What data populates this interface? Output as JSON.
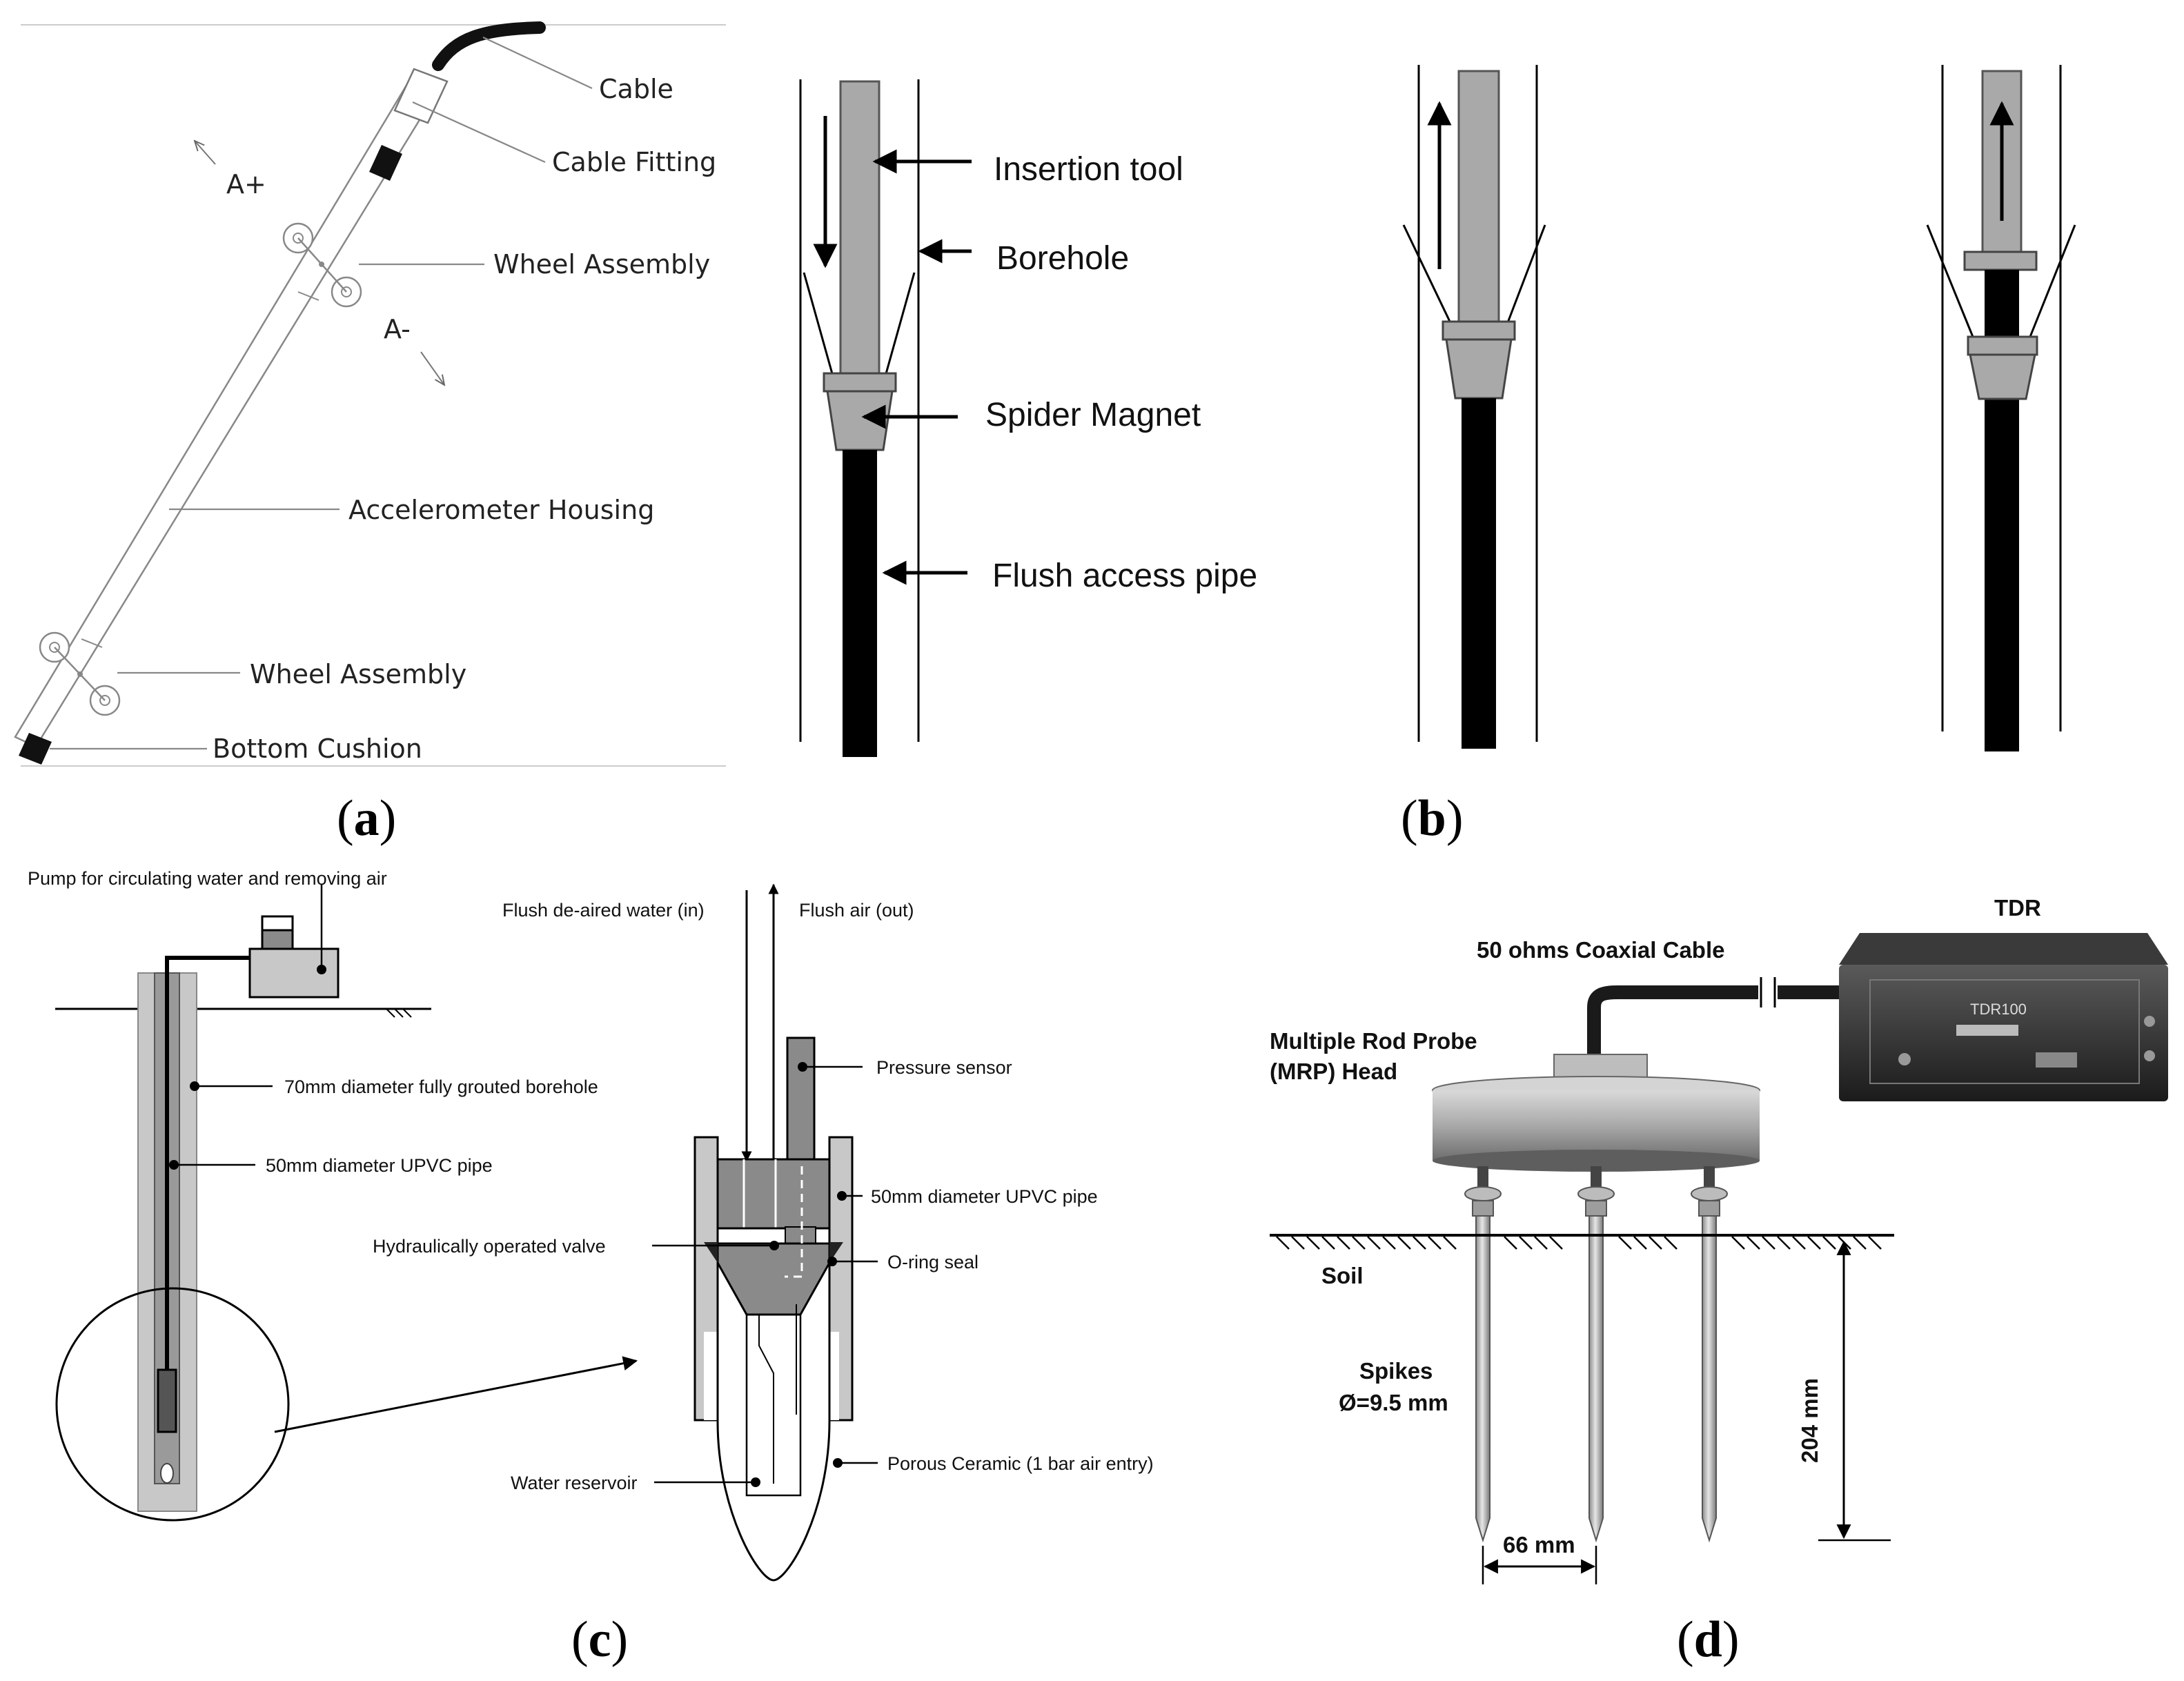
{
  "panel_a": {
    "caption": "a",
    "labels": {
      "cable": "Cable",
      "cable_fitting": "Cable Fitting",
      "wheel_assembly_top": "Wheel Assembly",
      "accelerometer_housing": "Accelerometer Housing",
      "wheel_assembly_bottom": "Wheel Assembly",
      "bottom_cushion": "Bottom Cushion",
      "a_plus": "A+",
      "a_minus": "A-"
    }
  },
  "panel_b": {
    "caption": "b",
    "labels": {
      "insertion_tool": "Insertion tool",
      "borehole": "Borehole",
      "spider_magnet": "Spider Magnet",
      "flush_access_pipe": "Flush access pipe"
    }
  },
  "panel_c": {
    "caption": "c",
    "labels": {
      "pump": "Pump for circulating water and removing air",
      "grouted_borehole": "70mm diameter fully grouted borehole",
      "upvc_pipe_left": "50mm diameter UPVC pipe",
      "flush_water_in": "Flush de-aired water (in)",
      "flush_air_out": "Flush air (out)",
      "pressure_sensor": "Pressure sensor",
      "upvc_pipe_right": "50mm diameter UPVC pipe",
      "hydraulic_valve": "Hydraulically operated valve",
      "o_ring_seal": "O-ring seal",
      "water_reservoir": "Water reservoir",
      "porous_ceramic": "Porous Ceramic (1 bar air entry)"
    }
  },
  "panel_d": {
    "caption": "d",
    "labels": {
      "tdr": "TDR",
      "device_label": "TDR100",
      "coaxial_cable": "50 ohms Coaxial Cable",
      "mrp_head_line1": "Multiple Rod Probe",
      "mrp_head_line2": "(MRP) Head",
      "soil": "Soil",
      "spikes_line1": "Spikes",
      "spikes_line2": "Ø=9.5 mm",
      "depth": "204 mm",
      "spacing": "66 mm"
    }
  }
}
